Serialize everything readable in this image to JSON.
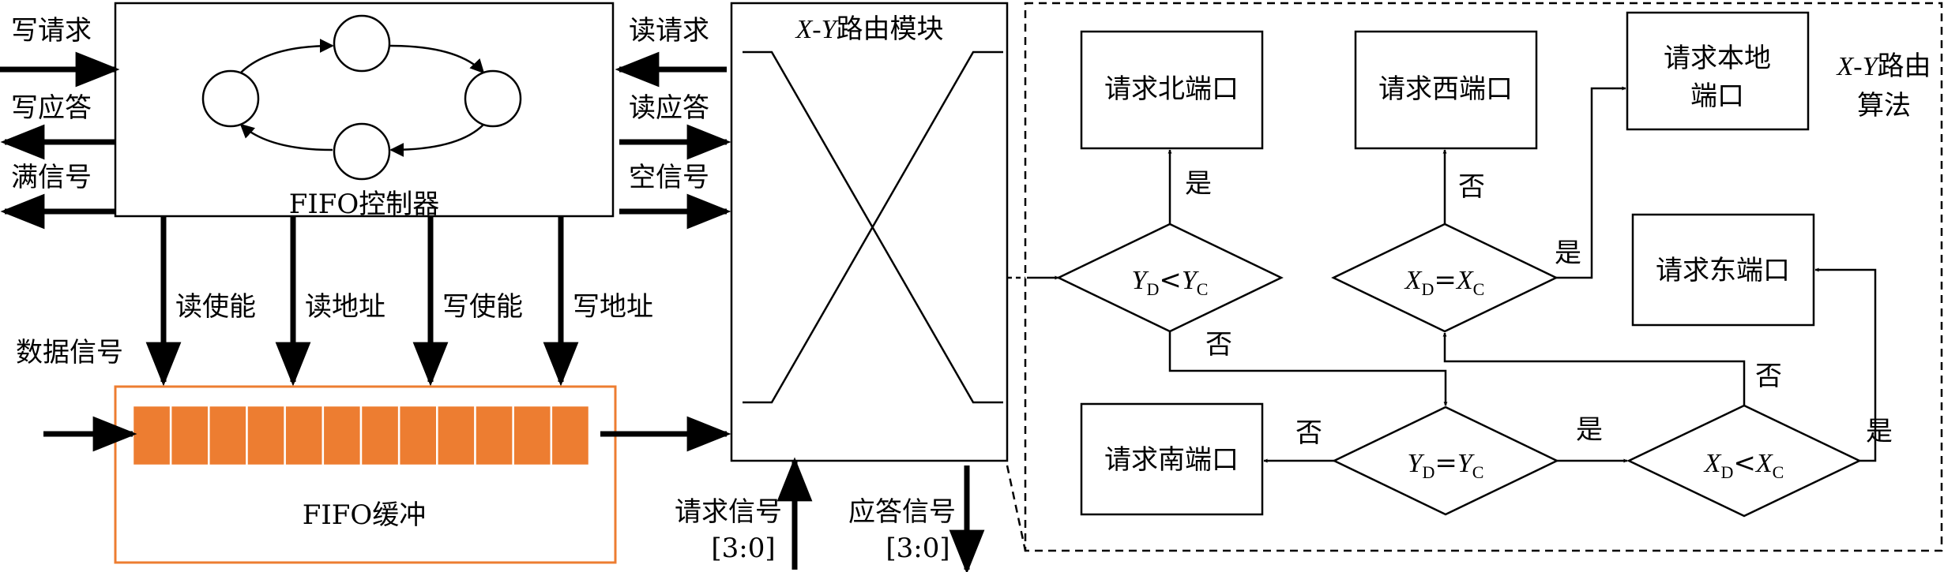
{
  "colors": {
    "fifo_cell": "#ED7D31",
    "fifo_border": "#ED7D31",
    "line": "#000000"
  },
  "controller": {
    "label": "FIFO控制器",
    "left_signals": [
      "写请求",
      "写应答",
      "满信号"
    ],
    "right_signals": [
      "读请求",
      "读应答",
      "空信号"
    ],
    "down_signals": [
      "读使能",
      "读地址",
      "写使能",
      "写地址"
    ]
  },
  "buffer": {
    "label": "FIFO缓冲",
    "data_signal": "数据信号",
    "cell_count": 12
  },
  "router": {
    "title_prefix": "X",
    "title_sep": "-",
    "title_suffix_y": "Y",
    "title_rest": "路由模块",
    "request_signal": "请求信号",
    "request_range": "[3:0]",
    "response_signal": "应答信号",
    "response_range": "[3:0]"
  },
  "algorithm": {
    "title_line1_x": "X",
    "title_line1_sep": "-",
    "title_line1_y": "Y",
    "title_line1_rest": "路由",
    "title_line2": "算法",
    "boxes": {
      "north": "请求北端口",
      "west": "请求西端口",
      "local_line1": "请求本地",
      "local_line2": "端口",
      "east": "请求东端口",
      "south": "请求南端口"
    },
    "decisions": {
      "yd_lt_yc": {
        "left": "Y",
        "left_sub": "D",
        "op": "<",
        "right": "Y",
        "right_sub": "C"
      },
      "xd_eq_xc": {
        "left": "X",
        "left_sub": "D",
        "op": "=",
        "right": "X",
        "right_sub": "C"
      },
      "yd_eq_yc": {
        "left": "Y",
        "left_sub": "D",
        "op": "=",
        "right": "Y",
        "right_sub": "C"
      },
      "xd_lt_xc": {
        "left": "X",
        "left_sub": "D",
        "op": "<",
        "right": "X",
        "right_sub": "C"
      }
    },
    "yes": "是",
    "no": "否"
  }
}
